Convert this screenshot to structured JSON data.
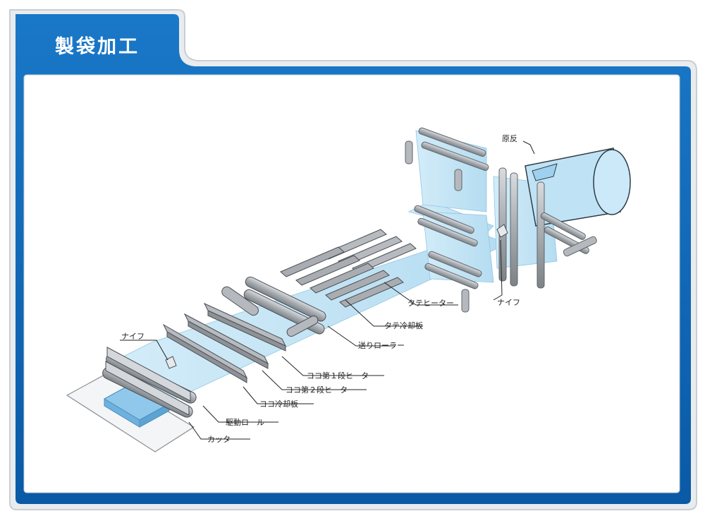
{
  "header": {
    "title": "製袋加工"
  },
  "colors": {
    "frame_blue": "#0b63b3",
    "film": "#bfe3f5",
    "steel": "#9a9ea3"
  },
  "diagram": {
    "labels": {
      "raw_roll": "原反",
      "knife_right": "ナイフ",
      "vertical_heater": "タテヒーター",
      "vertical_cooling": "タテ冷却板",
      "feed_roller": "送りローラー",
      "horizontal_heater_1": "ヨコ第１段ヒーター",
      "horizontal_heater_2": "ヨコ第２段ヒーター",
      "horizontal_cooling": "ヨコ冷却板",
      "drive_roll": "駆動ロール",
      "cutter": "カッター",
      "knife_left": "ナイフ"
    }
  }
}
